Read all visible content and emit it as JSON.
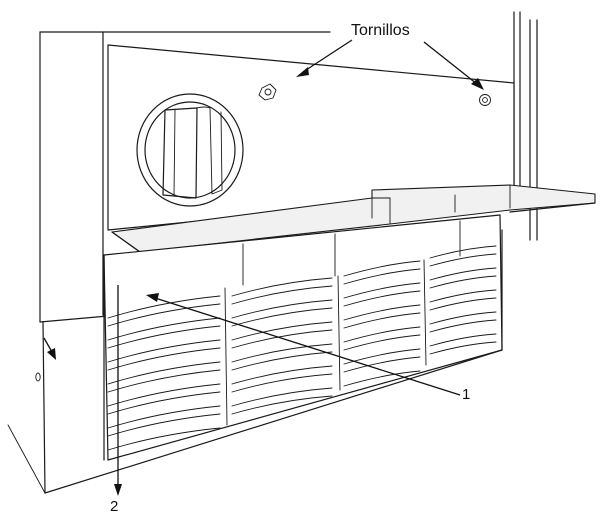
{
  "labels": {
    "screws": "Tornillos",
    "callout_1": "1",
    "callout_2": "2"
  },
  "colors": {
    "line": "#1a1a1a",
    "background": "#ffffff",
    "panel_fill": "#f1f1f1"
  }
}
